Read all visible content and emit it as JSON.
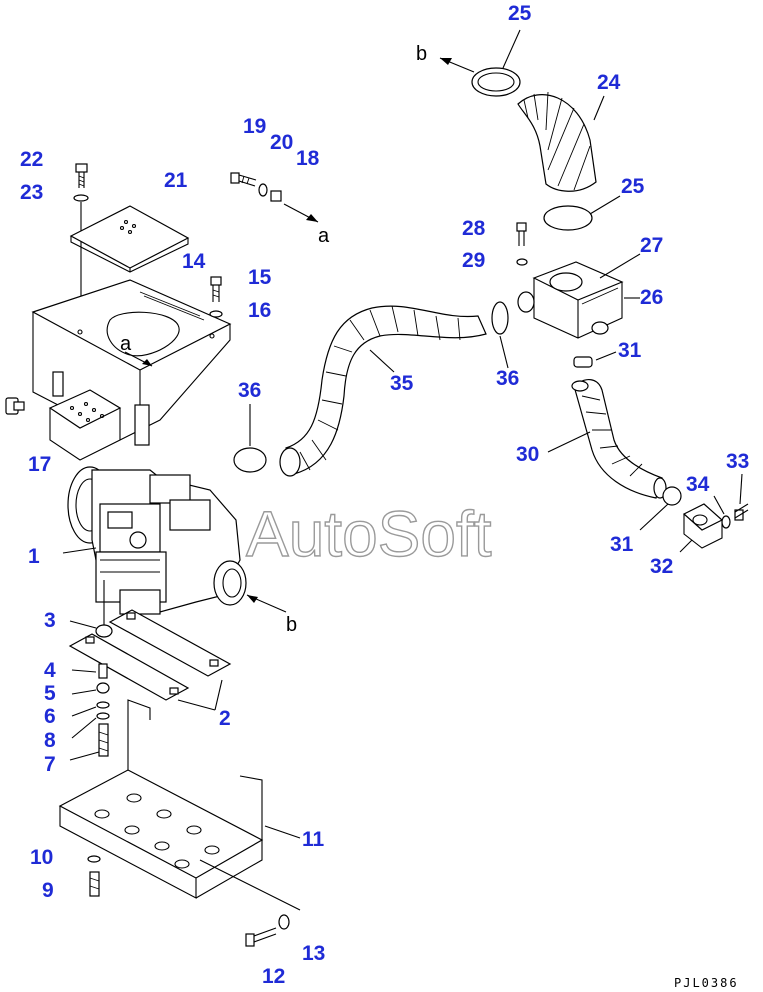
{
  "callouts": [
    {
      "id": "c1",
      "text": "1"
    },
    {
      "id": "c2",
      "text": "2"
    },
    {
      "id": "c3",
      "text": "3"
    },
    {
      "id": "c4",
      "text": "4"
    },
    {
      "id": "c5",
      "text": "5"
    },
    {
      "id": "c6",
      "text": "6"
    },
    {
      "id": "c7",
      "text": "7"
    },
    {
      "id": "c8",
      "text": "8"
    },
    {
      "id": "c9",
      "text": "9"
    },
    {
      "id": "c10",
      "text": "10"
    },
    {
      "id": "c11",
      "text": "11"
    },
    {
      "id": "c12",
      "text": "12"
    },
    {
      "id": "c13",
      "text": "13"
    },
    {
      "id": "c14",
      "text": "14"
    },
    {
      "id": "c15",
      "text": "15"
    },
    {
      "id": "c16",
      "text": "16"
    },
    {
      "id": "c17",
      "text": "17"
    },
    {
      "id": "c18",
      "text": "18"
    },
    {
      "id": "c19",
      "text": "19"
    },
    {
      "id": "c20",
      "text": "20"
    },
    {
      "id": "c21",
      "text": "21"
    },
    {
      "id": "c22",
      "text": "22"
    },
    {
      "id": "c23",
      "text": "23"
    },
    {
      "id": "c24",
      "text": "24"
    },
    {
      "id": "c25a",
      "text": "25"
    },
    {
      "id": "c25b",
      "text": "25"
    },
    {
      "id": "c26",
      "text": "26"
    },
    {
      "id": "c27",
      "text": "27"
    },
    {
      "id": "c28",
      "text": "28"
    },
    {
      "id": "c29",
      "text": "29"
    },
    {
      "id": "c30",
      "text": "30"
    },
    {
      "id": "c31a",
      "text": "31"
    },
    {
      "id": "c31b",
      "text": "31"
    },
    {
      "id": "c32",
      "text": "32"
    },
    {
      "id": "c33",
      "text": "33"
    },
    {
      "id": "c34",
      "text": "34"
    },
    {
      "id": "c35",
      "text": "35"
    },
    {
      "id": "c36a",
      "text": "36"
    },
    {
      "id": "c36b",
      "text": "36"
    }
  ],
  "connection_marks": {
    "a_top": "a",
    "a_bracket": "a",
    "b_top": "b",
    "b_heater": "b"
  },
  "watermark": "AutoSoft",
  "drawing_code": "PJL0386",
  "colors": {
    "callout": "#1f2bd6",
    "line": "#000000",
    "watermark": "#9a9a9a"
  }
}
